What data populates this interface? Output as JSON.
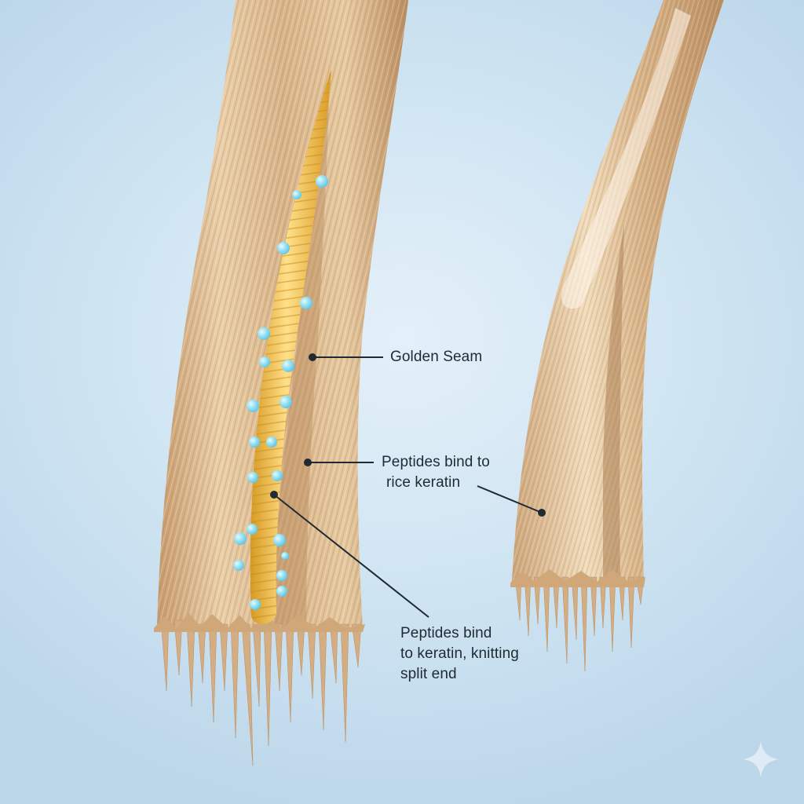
{
  "diagram": {
    "subject": "Hair strand split-end repair illustration",
    "background_color": "#d4e7f4",
    "colors": {
      "hair_base": "#d9b68c",
      "hair_light": "#efd7b3",
      "hair_dark": "#b98c5f",
      "golden_seam": "#f2c14a",
      "golden_seam_dark": "#d69a22",
      "peptide_bead": "#8fdcf2",
      "leader_line": "#1f2a33"
    },
    "strands": [
      {
        "id": "left",
        "description": "Split strand with golden seam filling the split and peptide beads"
      },
      {
        "id": "right",
        "description": "Split strand with glossy highlight and frayed end"
      }
    ],
    "callouts": [
      {
        "id": "golden-seam",
        "text": "Golden Seam"
      },
      {
        "id": "peptides-rice",
        "line1": "Peptides bind to",
        "line2": "rice keratin"
      },
      {
        "id": "peptides-knit",
        "line1": "Peptides bind",
        "line2": "to keratin, knitting",
        "line3": "split end"
      }
    ],
    "watermark_icon": "sparkle-icon"
  }
}
